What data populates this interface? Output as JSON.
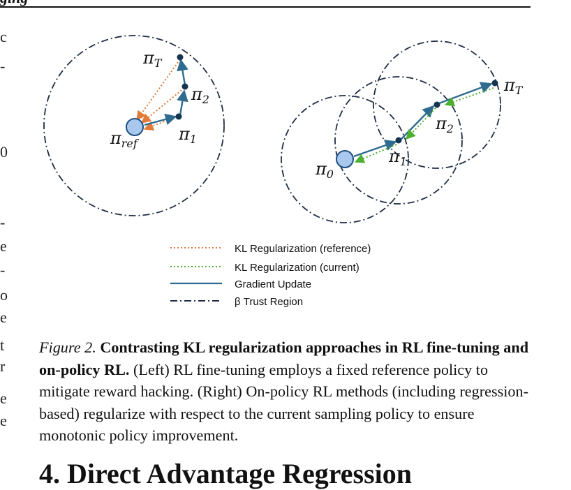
{
  "header": {
    "text": "ging"
  },
  "margin_glyphs": [
    "c",
    "-",
    "0",
    "-",
    "e",
    "-",
    "o",
    "e",
    "t",
    "r",
    "e",
    "e"
  ],
  "diagram": {
    "left_labels": {
      "pi_T": "π",
      "pi_T_sub": "T",
      "pi_2": "π",
      "pi_2_sub": "2",
      "pi_1": "π",
      "pi_1_sub": "1",
      "pi_ref": "π",
      "pi_ref_sub": "ref"
    },
    "right_labels": {
      "pi_T": "π",
      "pi_T_sub": "T",
      "pi_2": "π",
      "pi_2_sub": "2",
      "pi_1": "π",
      "pi_1_sub": "1",
      "pi_0": "π",
      "pi_0_sub": "0"
    },
    "legend": [
      {
        "label": "KL Regularization (reference)",
        "color": "#e07b39",
        "style": "dotted"
      },
      {
        "label": "KL Regularization (current)",
        "color": "#4caf30",
        "style": "dotted"
      },
      {
        "label": "Gradient Update",
        "color": "#2e6b8f",
        "style": "solid"
      },
      {
        "label": "β Trust Region",
        "color": "#1f2d44",
        "style": "dashdot"
      }
    ],
    "colors": {
      "node_fill": "#a8c8ee",
      "node_stroke": "#1f4f82",
      "dark_node": "#14344f",
      "trust_region": "#1f2d44"
    }
  },
  "caption": {
    "label": "Figure 2.",
    "bold": "Contrasting KL regularization approaches in RL fine-tuning and on-policy RL.",
    "body": "(Left) RL fine-tuning employs a fixed reference policy to mitigate reward hacking. (Right) On-policy RL methods (including regression-based) regularize with respect to the current sampling policy to ensure monotonic policy improvement."
  },
  "section_title": "4. Direct Advantage Regression"
}
